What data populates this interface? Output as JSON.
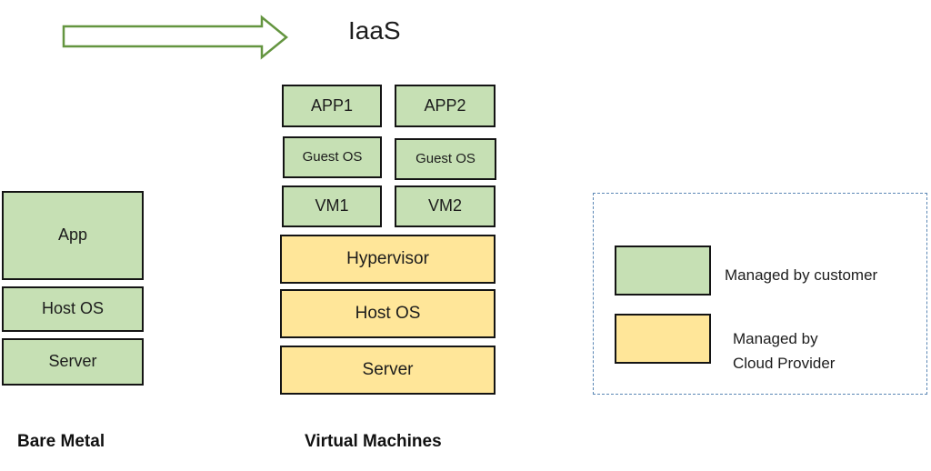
{
  "arrow": {
    "label": "IaaS"
  },
  "bare_metal": {
    "caption": "Bare Metal",
    "layers": [
      "App",
      "Host OS",
      "Server"
    ]
  },
  "virtual_machines": {
    "caption": "Virtual Machines",
    "vm1": {
      "app": "APP1",
      "guest_os": "Guest OS",
      "vm": "VM1"
    },
    "vm2": {
      "app": "APP2",
      "guest_os": "Guest OS",
      "vm": "VM2"
    },
    "infrastructure": [
      "Hypervisor",
      "Host OS",
      "Server"
    ]
  },
  "legend": {
    "items": [
      {
        "swatch_color": "#c6e0b4",
        "lines": [
          "Managed by customer",
          ""
        ]
      },
      {
        "swatch_color": "#ffe699",
        "lines": [
          "Managed by",
          "Cloud Provider"
        ]
      }
    ]
  },
  "colors": {
    "customer_green": "#c6e0b4",
    "provider_yellow": "#ffe699",
    "arrow_green": "#649540",
    "legend_border_blue": "#5b87b5",
    "box_border": "#141414"
  }
}
